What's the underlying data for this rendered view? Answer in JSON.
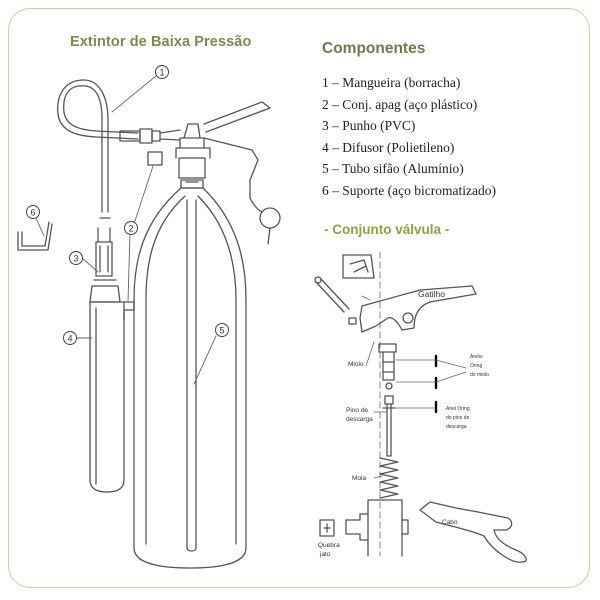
{
  "title": "Extintor de Baixa Pressão",
  "components_title": "Componentes",
  "components": [
    "1 – Mangueira (borracha)",
    "2 – Conj. apag (aço plástico)",
    "3 – Punho (PVC)",
    "4 – Difusor (Polietileno)",
    "5 – Tubo sifão (Alumínio)",
    "6 – Suporte (aço bicromatizado)"
  ],
  "callouts": [
    "1",
    "2",
    "3",
    "4",
    "5",
    "6"
  ],
  "valve_section_title": "- Conjunto válvula -",
  "valve_labels": {
    "gatilho": "Gatilho",
    "miolo": "Miolo",
    "aneis_line1": "Anéis",
    "aneis_line2": "Oring",
    "aneis_line3": "do miolo",
    "pino_line1": "Pino de",
    "pino_line2": "descarga",
    "anel_line1": "Anel Oring",
    "anel_line2": "do pino de",
    "anel_line3": "descarga",
    "mola": "Mola",
    "cabo": "Cabo",
    "quebra_line1": "Quebra",
    "quebra_line2": "jato"
  },
  "colors": {
    "frame": "#c9d29a",
    "heading": "#7d8a4e",
    "valve_heading": "#8fa23b",
    "line": "#555555"
  }
}
